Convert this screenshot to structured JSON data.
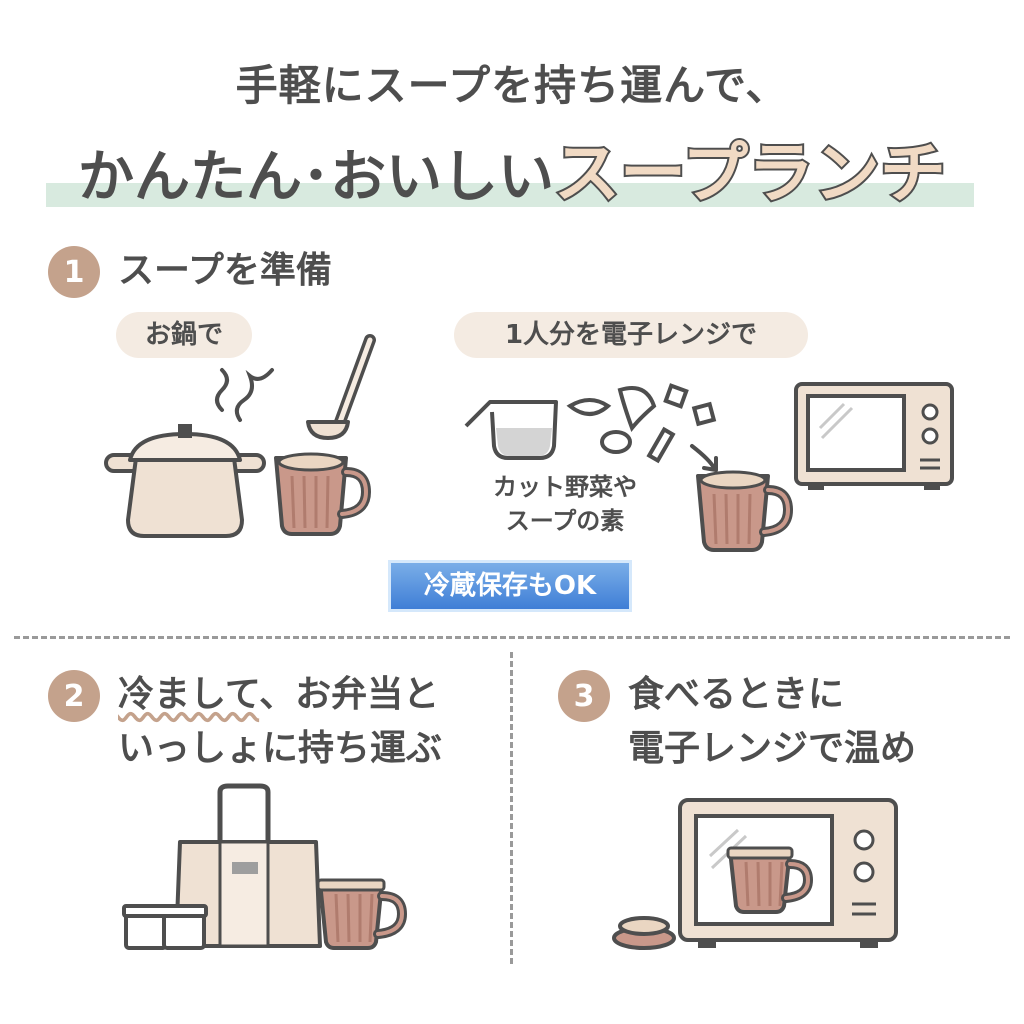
{
  "header": {
    "line1": "手軽にスープを持ち運んで、",
    "line2_plain": "かんたん･おいしい",
    "line2_accent": "スープランチ"
  },
  "step1": {
    "number": "1",
    "title": "スープを準備",
    "pill_pot": "お鍋で",
    "pill_micro": "1人分を電子レンジで",
    "ingredient_line1": "カット野菜や",
    "ingredient_line2": "スープの素",
    "badge": "冷蔵保存もOK"
  },
  "step2": {
    "number": "2",
    "title_line1_wavy": "冷まして",
    "title_line1_rest": "、お弁当と",
    "title_line2": "いっしょに持ち運ぶ"
  },
  "step3": {
    "number": "3",
    "title_line1": "食べるときに",
    "title_line2": "電子レンジで温め"
  },
  "colors": {
    "outline": "#4e4e4e",
    "beige": "#efe1d3",
    "mug": "#c9988a",
    "step_circle": "#c4a28c",
    "mint": "#d8eadf",
    "badge_blue": "#3f7ed6"
  }
}
